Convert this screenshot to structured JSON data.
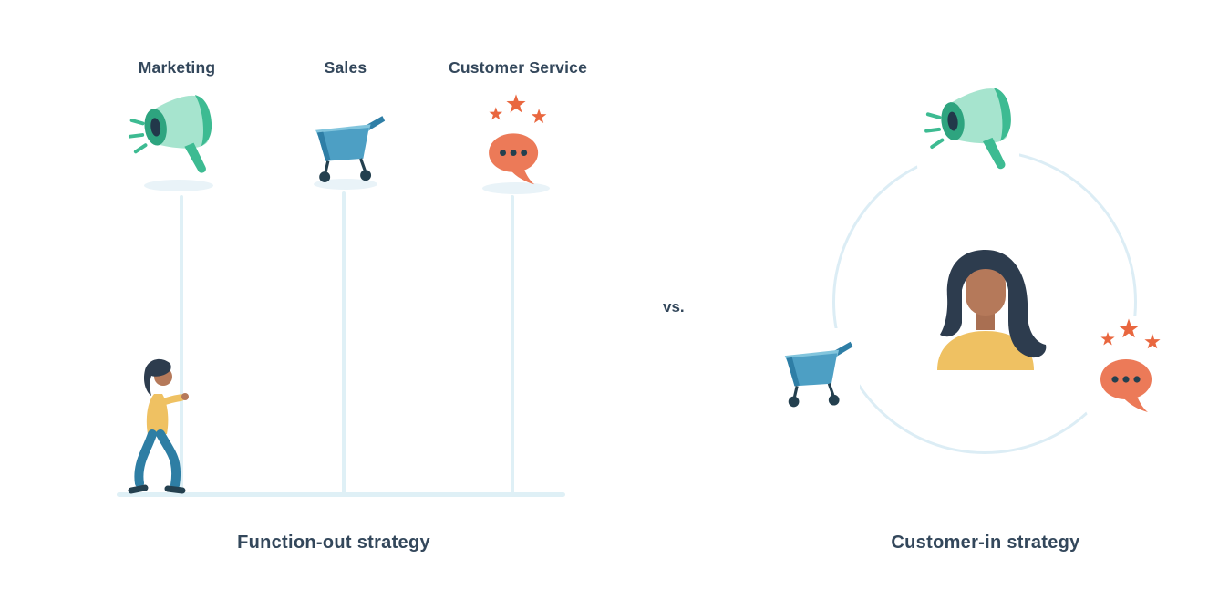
{
  "comparison": {
    "vs_label": "vs.",
    "function_out": {
      "caption": "Function-out strategy",
      "columns": [
        {
          "label": "Marketing",
          "icon": "megaphone-icon"
        },
        {
          "label": "Sales",
          "icon": "shopping-cart-icon"
        },
        {
          "label": "Customer Service",
          "icon": "speech-bubble-stars-icon"
        }
      ],
      "figure": "walking-person"
    },
    "customer_in": {
      "caption": "Customer-in strategy",
      "center_figure": "customer-person",
      "surrounding_icons": [
        "megaphone-icon",
        "shopping-cart-icon",
        "speech-bubble-stars-icon"
      ]
    },
    "colors": {
      "text": "#33475b",
      "connector_line": "#dff0f6",
      "orbit_circle": "#dcedf5",
      "megaphone_light": "#a6e4ce",
      "megaphone_dark": "#3dbb92",
      "megaphone_ring": "#2ea47f",
      "cart_blue": "#4d9fc4",
      "cart_blue_dark": "#2e7ea6",
      "bubble_coral": "#ec7a58",
      "star_coral": "#e9673f",
      "detail_navy": "#24404f",
      "shirt_yellow": "#efc162",
      "skin": "#b5795a",
      "hair": "#2d3c4e"
    }
  }
}
